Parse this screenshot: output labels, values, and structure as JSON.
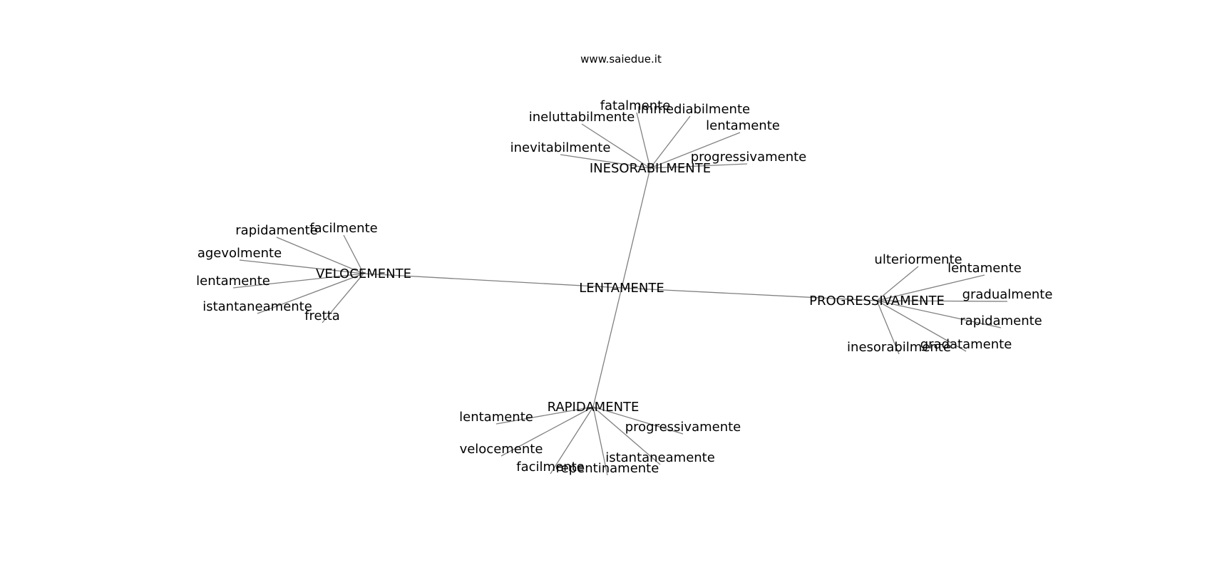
{
  "header": {
    "site": "www.saiedue.it"
  },
  "graph": {
    "root": "LENTAMENTE",
    "hubs": [
      {
        "id": "inesorabilmente",
        "label": "INESORABILMENTE",
        "leaves": [
          "fatalmente",
          "immediabilmente",
          "ineluttabilmente",
          "lentamente",
          "inevitabilmente",
          "progressivamente"
        ]
      },
      {
        "id": "velocemente",
        "label": "VELOCEMENTE",
        "leaves": [
          "rapidamente",
          "facilmente",
          "agevolmente",
          "lentamente",
          "istantaneamente",
          "fretta"
        ]
      },
      {
        "id": "progressivamente",
        "label": "PROGRESSIVAMENTE",
        "leaves": [
          "ulteriormente",
          "lentamente",
          "gradualmente",
          "rapidamente",
          "inesorabilmente",
          "gradatamente"
        ]
      },
      {
        "id": "rapidamente",
        "label": "RAPIDAMENTE",
        "leaves": [
          "lentamente",
          "progressivamente",
          "velocemente",
          "istantaneamente",
          "facilmente",
          "repentinamente"
        ]
      }
    ]
  }
}
